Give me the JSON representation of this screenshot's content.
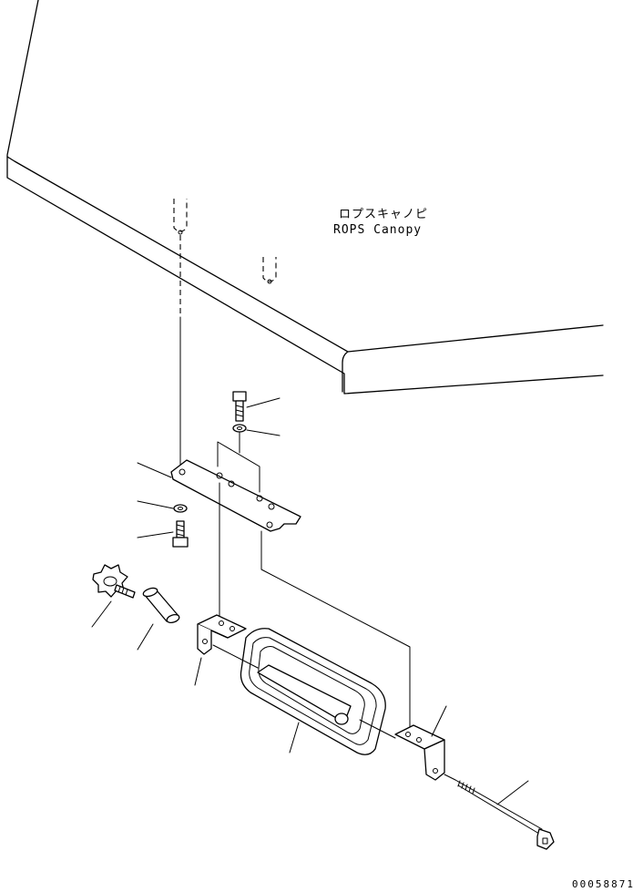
{
  "canopy": {
    "label_jp": "ロプスキャノピ",
    "label_en": "ROPS Canopy"
  },
  "drawing_code": "00058871"
}
